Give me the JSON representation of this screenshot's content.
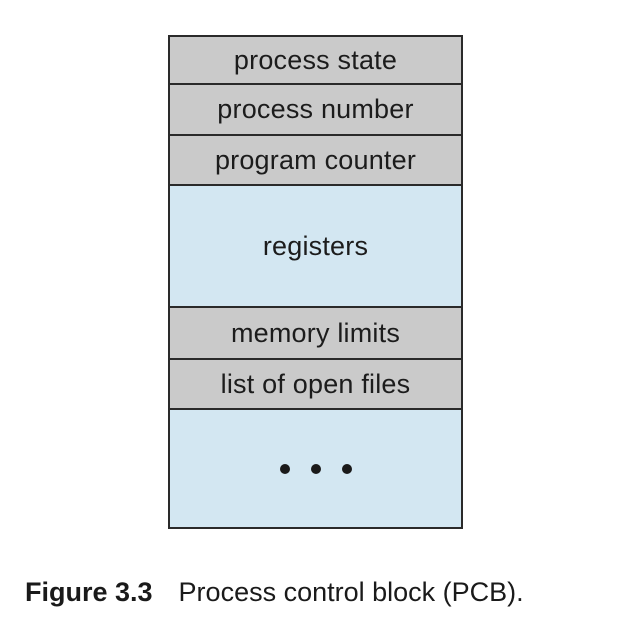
{
  "diagram": {
    "title_semantic": "process-control-block",
    "rows": [
      {
        "label": "process state",
        "fill": "gray"
      },
      {
        "label": "process number",
        "fill": "gray"
      },
      {
        "label": "program counter",
        "fill": "gray"
      },
      {
        "label": "registers",
        "fill": "blue"
      },
      {
        "label": "memory limits",
        "fill": "gray"
      },
      {
        "label": "list of open files",
        "fill": "gray"
      },
      {
        "label": "• • •",
        "fill": "blue"
      }
    ],
    "colors": {
      "gray_fill": "#cacaca",
      "blue_fill": "#d3e7f2",
      "border": "#2a2a2a",
      "text": "#1c1c1c",
      "background": "#ffffff"
    }
  },
  "caption": {
    "figure_label": "Figure 3.3",
    "text": "Process control block (PCB)."
  }
}
